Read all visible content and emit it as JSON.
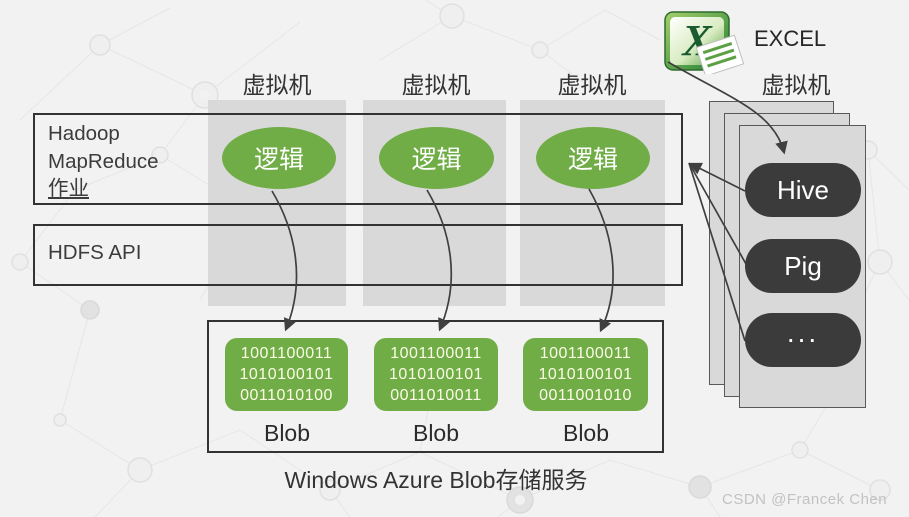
{
  "diagram": {
    "vm_labels": [
      "虚拟机",
      "虚拟机",
      "虚拟机",
      "虚拟机"
    ],
    "hadoop_box": {
      "line1": "Hadoop",
      "line2": "MapReduce",
      "line3": "作业"
    },
    "hdfs_box": {
      "label": "HDFS API"
    },
    "logic_nodes": [
      "逻辑",
      "逻辑",
      "逻辑"
    ],
    "excel": {
      "label": "EXCEL",
      "icon": "excel-icon"
    },
    "right_stack": {
      "items": [
        "Hive",
        "Pig",
        "..."
      ]
    },
    "blob_box": {
      "blobs": [
        {
          "lines": [
            "1001100011",
            "1010100101",
            "0011010100"
          ],
          "label": "Blob"
        },
        {
          "lines": [
            "1001100011",
            "1010100101",
            "0011010011"
          ],
          "label": "Blob"
        },
        {
          "lines": [
            "1001100011",
            "1010100101",
            "0011001010"
          ],
          "label": "Blob"
        }
      ],
      "caption": "Windows Azure Blob存储服务"
    },
    "watermark": "CSDN @Francek Chen",
    "colors": {
      "green": "#70ad47",
      "column_gray": "#d9d9d9",
      "dark_pill": "#3b3b3b",
      "background": "#f2f2f2",
      "arrow": "#3f3f3f"
    }
  }
}
